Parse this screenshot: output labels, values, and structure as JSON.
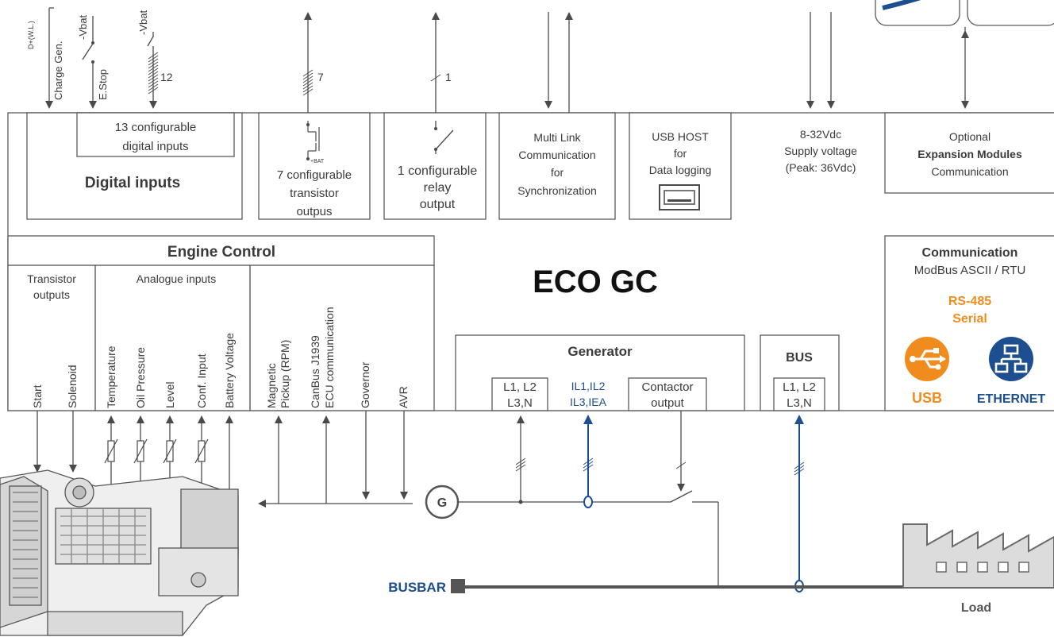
{
  "title": "ECO GC",
  "top_signals": {
    "dplus": "D+(W.L.)",
    "charge_gen": "Charge Gen.",
    "vbat1": "-Vbat",
    "estop": "E.Stop",
    "vbat2": "-Vbat",
    "count_12": "12",
    "count_7": "7",
    "count_1": "1"
  },
  "digital_inputs": {
    "sub_line1": "13 configurable",
    "sub_line2": "digital inputs",
    "title": "Digital inputs"
  },
  "transistor_out": {
    "bat_label": "+BAT",
    "line1": "7  configurable",
    "line2": "transistor",
    "line3": "outpus"
  },
  "relay_out": {
    "line1": "1 configurable",
    "line2": "relay",
    "line3": "output"
  },
  "multilink": {
    "line1": "Multi Link",
    "line2": "Communication",
    "line3": "for",
    "line4": "Synchronization"
  },
  "usb_host": {
    "line1": "USB HOST",
    "line2": "for",
    "line3": "Data logging"
  },
  "supply": {
    "line1": "8-32Vdc",
    "line2": "Supply voltage",
    "line3": "(Peak: 36Vdc)"
  },
  "expansion": {
    "line1": "Optional",
    "line2": "Expansion Modules",
    "line3": "Communication"
  },
  "engine_control": {
    "title": "Engine Control",
    "transistor_outputs_1": "Transistor",
    "transistor_outputs_2": "outputs",
    "analogue_inputs": "Analogue inputs",
    "start": "Start",
    "solenoid": "Solenoid",
    "temperature": "Temperature",
    "oil_pressure": "Oil Pressure",
    "level": "Level",
    "conf_input": "Conf. Input",
    "battery_voltage": "Battery Voltage",
    "magnetic_1": "Magnetic",
    "magnetic_2": "Pickup (RPM)",
    "canbus_1": "CanBus J1939",
    "canbus_2": "ECU communication",
    "governor": "Governor",
    "avr": "AVR"
  },
  "generator": {
    "title": "Generator",
    "l1l2": "L1, L2",
    "l3n": "L3,N",
    "il1": "IL1,IL2",
    "il3": "IL3,IEA",
    "contactor_1": "Contactor",
    "contactor_2": "output"
  },
  "bus": {
    "title": "BUS",
    "l1l2": "L1, L2",
    "l3n": "L3,N"
  },
  "communication": {
    "title": "Communication",
    "protocol": "ModBus ASCII / RTU",
    "rs485": "RS-485",
    "serial": "Serial",
    "usb": "USB",
    "ethernet": "ETHERNET"
  },
  "gen_symbol": "G",
  "busbar": "BUSBAR",
  "load": "Load",
  "colors": {
    "orange": "#f08c1e",
    "navy": "#1d4e8f",
    "line": "#4a4a4a",
    "busbar": "#555555",
    "load_fill": "#dcdcdc"
  },
  "icons": [
    "usb-icon",
    "ethernet-icon",
    "generator-icon",
    "load-factory-icon",
    "engine-genset-image"
  ]
}
